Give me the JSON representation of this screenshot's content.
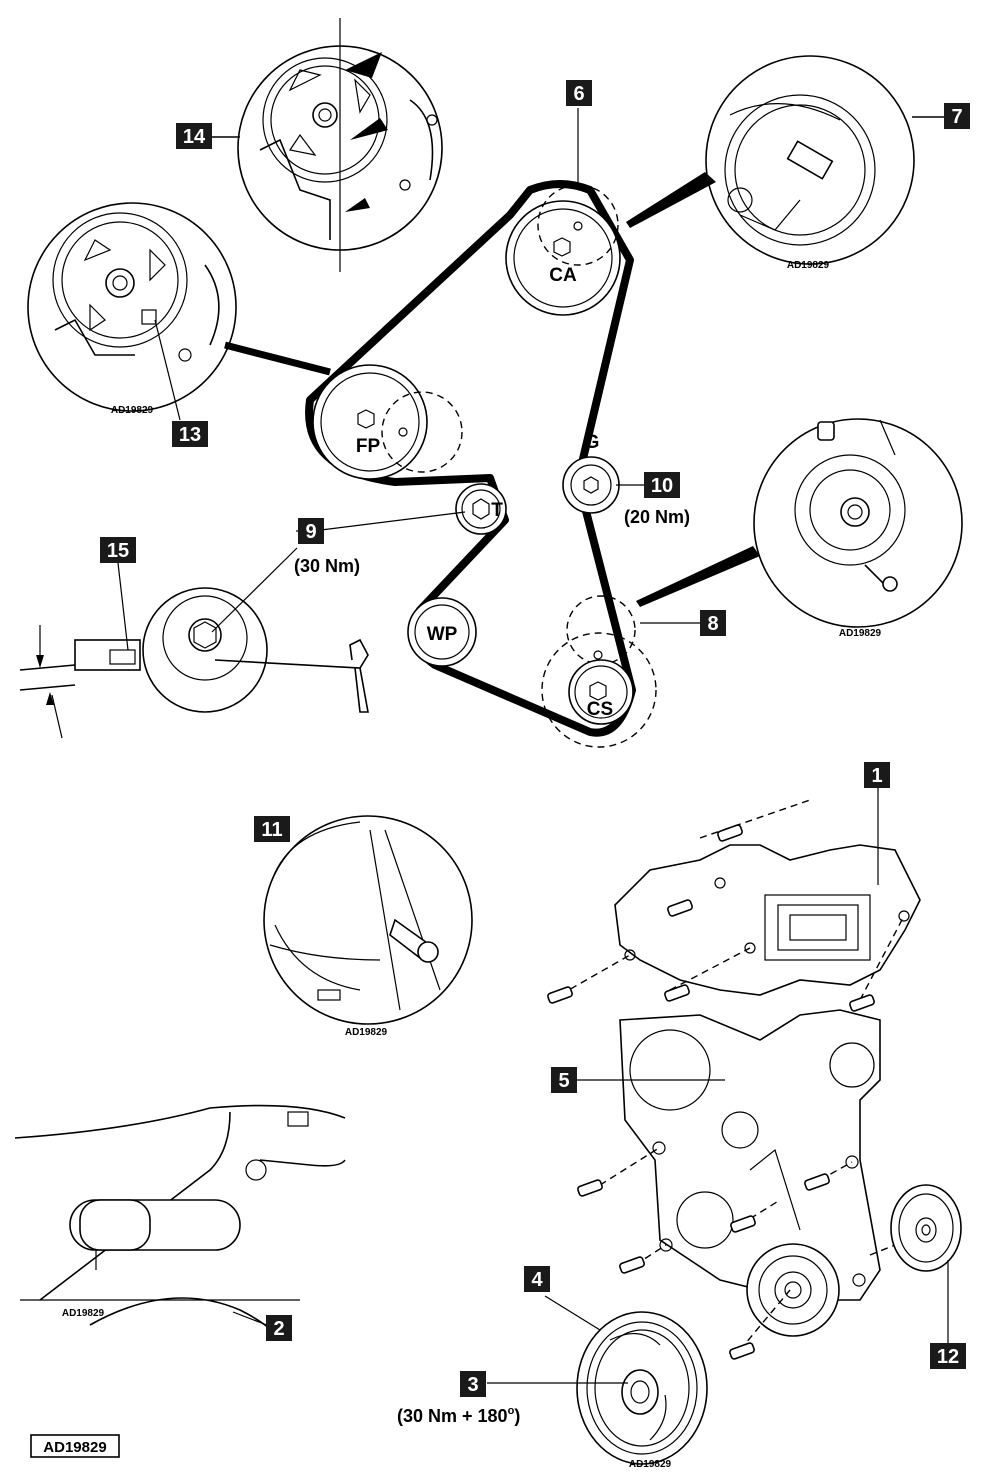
{
  "callouts": {
    "c1": "1",
    "c2": "2",
    "c3": "3",
    "c4": "4",
    "c5": "5",
    "c6": "6",
    "c7": "7",
    "c8": "8",
    "c9": "9",
    "c10": "10",
    "c11": "11",
    "c12": "12",
    "c13": "13",
    "c14": "14",
    "c15": "15"
  },
  "pulleys": {
    "camshaft": "CA",
    "fuel_pump": "FP",
    "tensioner": "T",
    "guide": "G",
    "water_pump": "WP",
    "crankshaft": "CS"
  },
  "torques": {
    "tensioner_bolt": "(30 Nm)",
    "guide_bolt": "(20 Nm)",
    "crank_bolt_prefix": "(30 Nm + 180",
    "crank_bolt_degree": "o",
    "crank_bolt_suffix": ")"
  },
  "codes": {
    "detail_code": "AD19829",
    "figure_code": "AD19829"
  }
}
